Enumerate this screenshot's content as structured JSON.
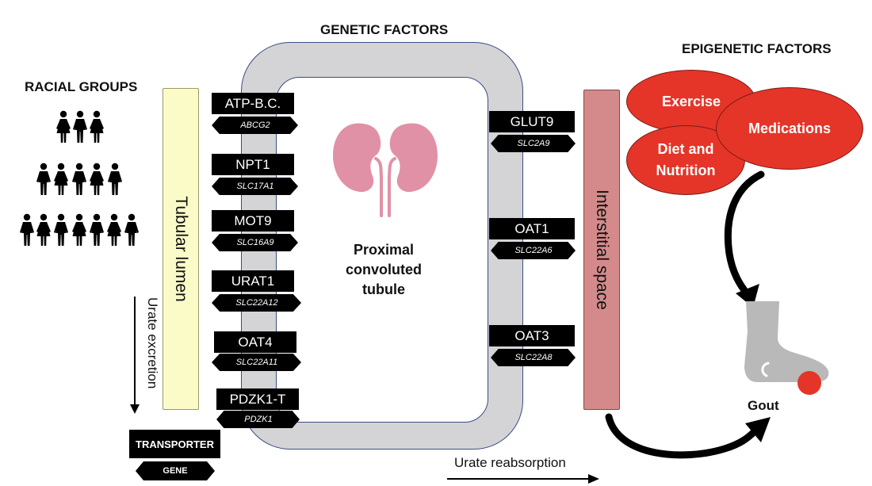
{
  "headings": {
    "genetic": "GENETIC FACTORS",
    "epigenetic": "EPIGENETIC FACTORS",
    "racial": "RACIAL GROUPS"
  },
  "compartments": {
    "lumen": "Tubular lumen",
    "interstitial": "Interstitial space",
    "tubule": [
      "Proximal",
      "convoluted",
      "tubule"
    ]
  },
  "apical_transporters": [
    {
      "transporter": "ATP-B.C.",
      "gene": "ABCG2"
    },
    {
      "transporter": "NPT1",
      "gene": "SLC17A1"
    },
    {
      "transporter": "MOT9",
      "gene": "SLC16A9"
    },
    {
      "transporter": "URAT1",
      "gene": "SLC22A12"
    },
    {
      "transporter": "OAT4",
      "gene": "SLC22A11"
    },
    {
      "transporter": "PDZK1-T",
      "gene": "PDZK1"
    }
  ],
  "basolateral_transporters": [
    {
      "transporter": "GLUT9",
      "gene": "SLC2A9"
    },
    {
      "transporter": "OAT1",
      "gene": "SLC22A6"
    },
    {
      "transporter": "OAT3",
      "gene": "SLC22A8"
    }
  ],
  "epigenetic_factors": {
    "exercise": "Exercise",
    "medications": "Medications",
    "diet": [
      "Diet and",
      "Nutrition"
    ]
  },
  "flows": {
    "excretion": "Urate  excretion",
    "reabsorption": "Urate reabsorption"
  },
  "outcome": "Gout",
  "legend": {
    "transporter": "TRANSPORTER",
    "gene": "GENE"
  },
  "colors": {
    "tube": "#d4d4d6",
    "lumen": "#fbfbc8",
    "interstitial": "#d48a8a",
    "epigenetic": "#e53528",
    "kidney": "#e191a5",
    "foot": "#b9b9b9",
    "gout_spot": "#e53528"
  },
  "icons": {
    "people": "person-figure-icon",
    "kidney": "kidneys-icon",
    "foot": "foot-icon"
  }
}
